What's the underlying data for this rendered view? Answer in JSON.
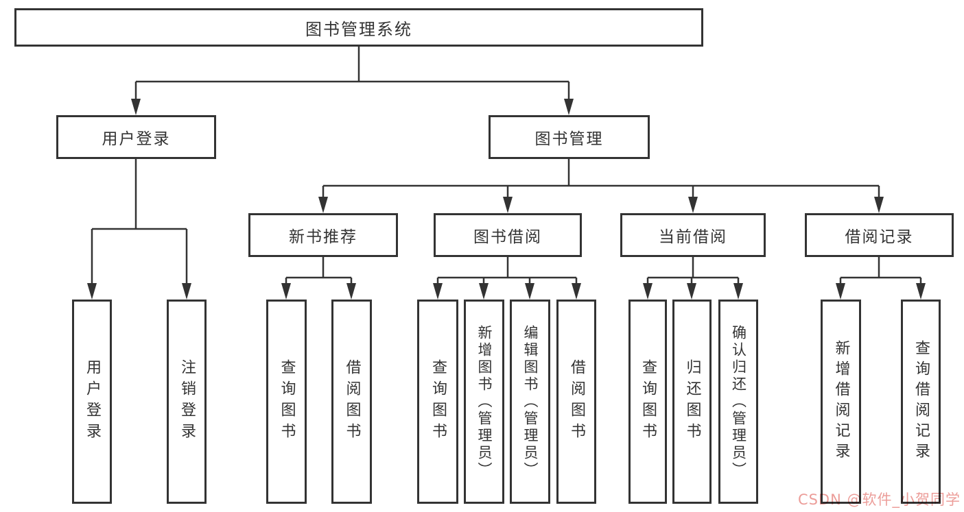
{
  "palette": {
    "line_color": "#333333",
    "box_border_color": "#333333",
    "text_color": "#333333",
    "watermark_color": "#ec9d99",
    "background": "#ffffff"
  },
  "diagram": {
    "root": {
      "label": "图书管理系统"
    },
    "level2": [
      {
        "label": "用户登录"
      },
      {
        "label": "图书管理"
      }
    ],
    "level3": [
      {
        "label": "新书推荐"
      },
      {
        "label": "图书借阅"
      },
      {
        "label": "当前借阅"
      },
      {
        "label": "借阅记录"
      }
    ],
    "leaves": {
      "user_login": [
        "用户登录",
        "注销登录"
      ],
      "new_books": [
        "查询图书",
        "借阅图书"
      ],
      "book_borrow": [
        "查询图书",
        "新增图书（管理员）",
        "编辑图书（管理员）",
        "借阅图书"
      ],
      "current_borrow": [
        "查询图书",
        "归还图书",
        "确认归还（管理员）"
      ],
      "borrow_records": [
        "新增借阅记录",
        "查询借阅记录"
      ]
    }
  },
  "watermark": {
    "text": "CSDN @软件_小贺同学"
  }
}
